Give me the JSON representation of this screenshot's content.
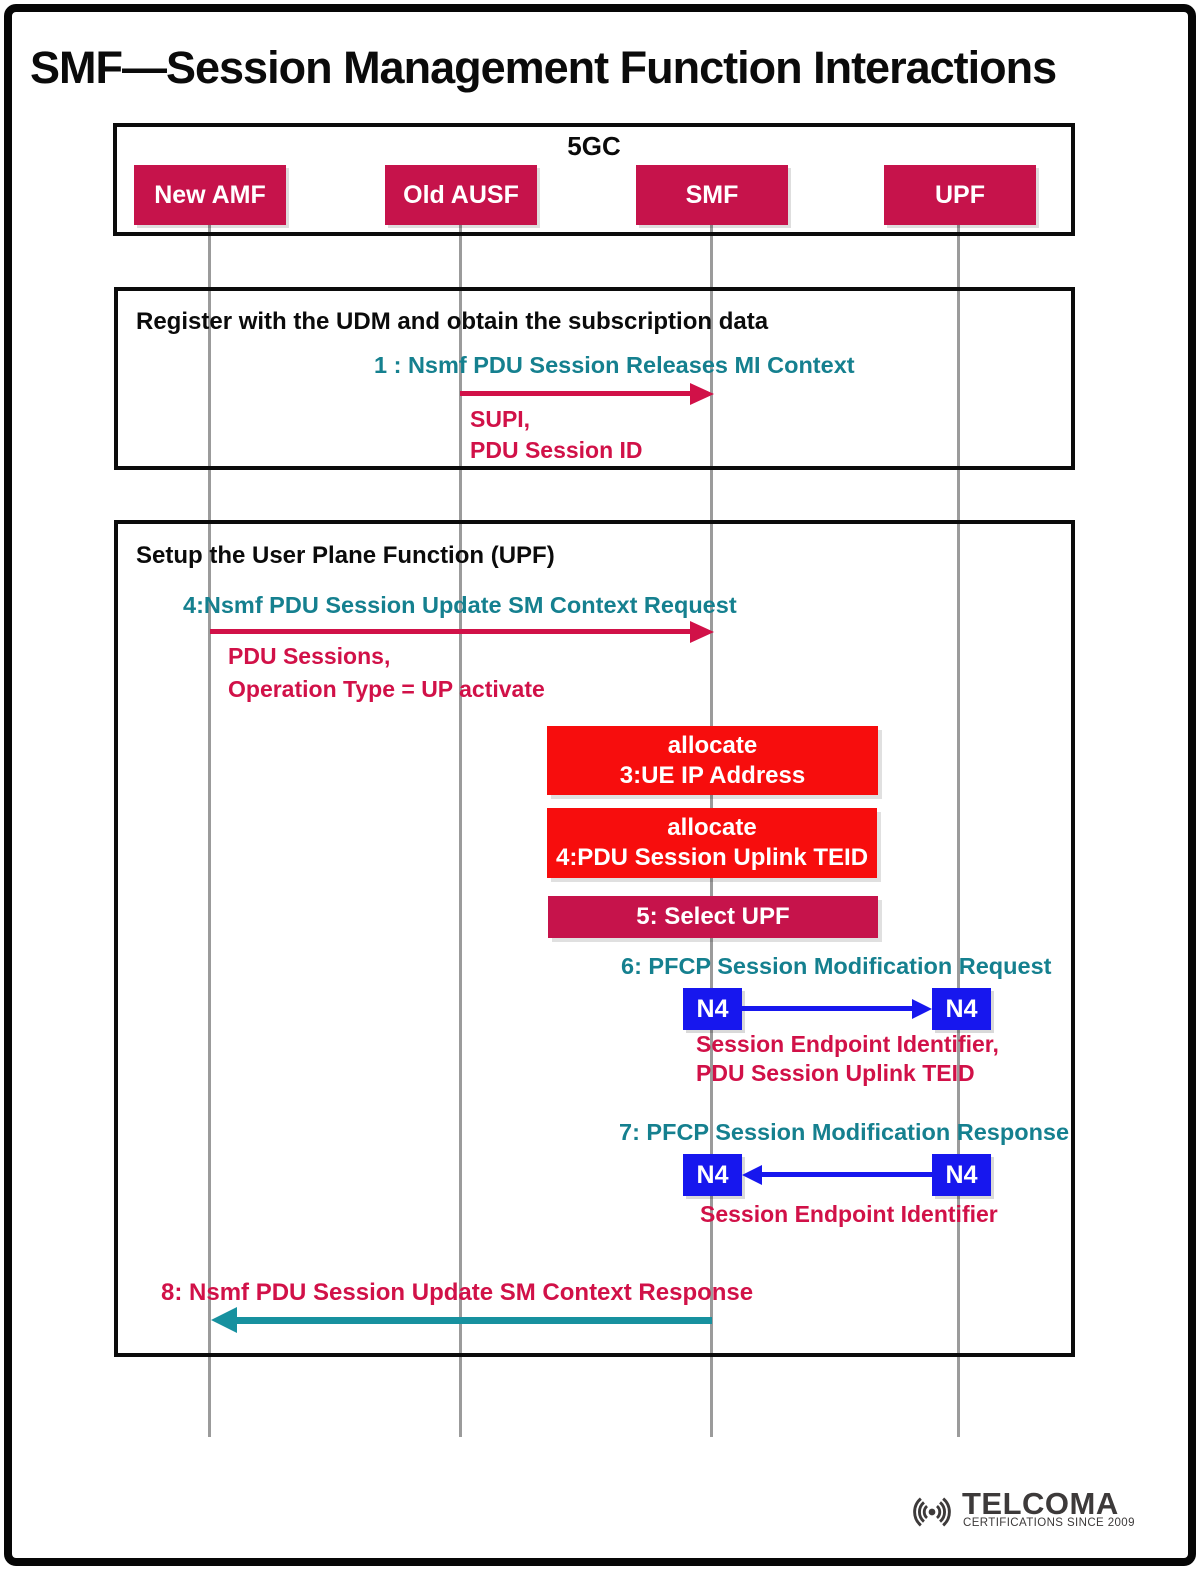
{
  "page": {
    "title": "SMF—Session Management Function Interactions"
  },
  "system": {
    "label": "5GC",
    "actors": [
      "New AMF",
      "Old AUSF",
      "SMF",
      "UPF"
    ]
  },
  "frame1": {
    "label": "Register with the UDM and obtain the subscription data",
    "msg1": {
      "label": "1 : Nsmf PDU Session Releases MI Context",
      "param1": "SUPI,",
      "param2": "PDU Session ID"
    }
  },
  "frame2": {
    "label": "Setup the User Plane Function (UPF)",
    "msg4": {
      "label": "4:Nsmf PDU Session Update SM Context Request",
      "param1": "PDU Sessions,",
      "param2": "Operation Type = UP activate"
    },
    "action3": {
      "line1": "allocate",
      "line2": "3:UE IP Address"
    },
    "action4": {
      "line1": "allocate",
      "line2": "4:PDU Session Uplink TEID"
    },
    "action5": {
      "label": "5: Select UPF"
    },
    "msg6": {
      "label": "6: PFCP Session Modification Request",
      "from_port": "N4",
      "to_port": "N4",
      "param1": "Session Endpoint Identifier,",
      "param2": "PDU Session Uplink TEID"
    },
    "msg7": {
      "label": "7: PFCP Session Modification Response",
      "from_port": "N4",
      "to_port": "N4",
      "param1": "Session Endpoint Identifier"
    },
    "msg8": {
      "label": "8: Nsmf PDU Session Update SM Context Response"
    }
  },
  "logo": {
    "brand": "TELCOMA",
    "tagline": "CERTIFICATIONS SINCE 2009"
  },
  "colors": {
    "crimson": "#C6134B",
    "crimson_text": "#D11148",
    "bright_red": "#F70D0D",
    "teal": "#15808F",
    "teal_arrow": "#17919F",
    "blue": "#1717EE",
    "lifeline_gray": "#9B9B9B",
    "border_black": "#0B0B0B",
    "logo_gray": "#3D3A3A"
  }
}
